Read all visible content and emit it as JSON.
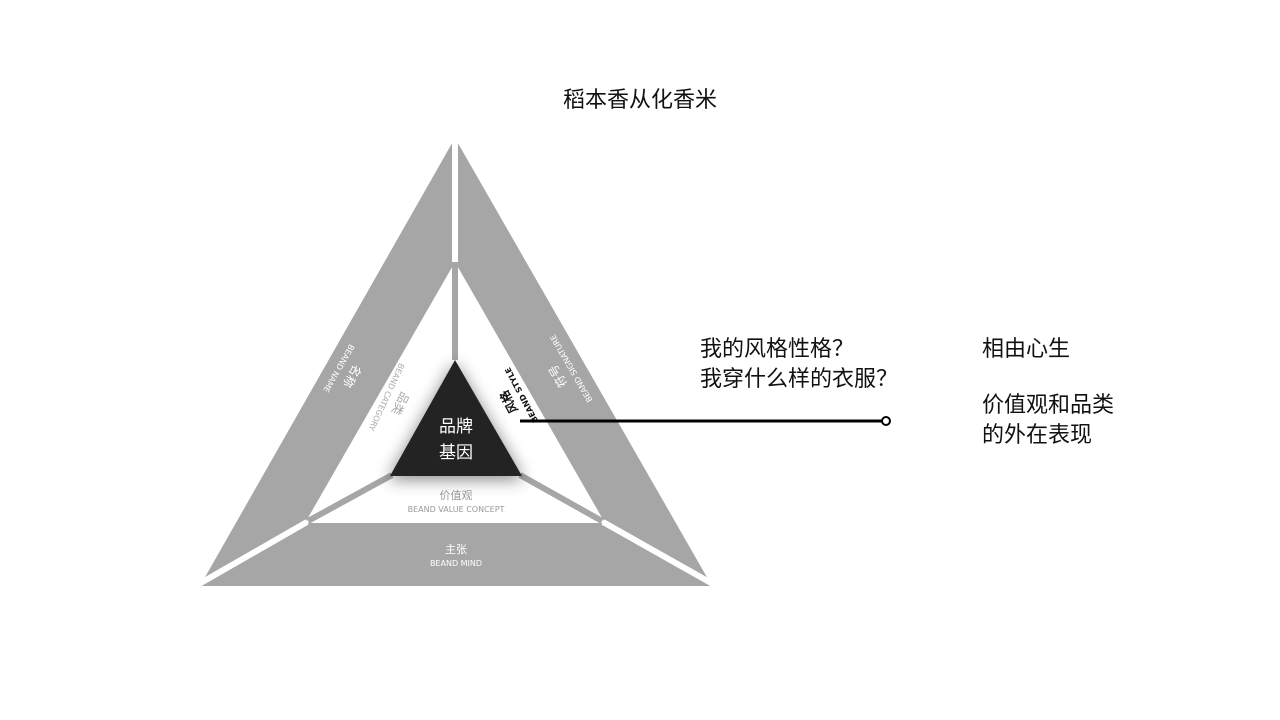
{
  "title": "稻本香从化香米",
  "diagram": {
    "core": [
      "品牌",
      "基因"
    ],
    "name": {
      "cn": "名称",
      "en": "BEAND NAME"
    },
    "signature": {
      "cn": "符号",
      "en": "BEAND SIGNATURE"
    },
    "category": {
      "cn": "品类",
      "en": "BEAND CATEGORY"
    },
    "style": {
      "cn": "风格",
      "en": "BEAND STYLE"
    },
    "value": {
      "cn": "价值观",
      "en": "BEAND VALUE CONCEPT"
    },
    "mind": {
      "cn": "主张",
      "en": "BEAND MIND"
    },
    "colors": {
      "band": "#a7a6a7",
      "core": "#232323"
    }
  },
  "callout": {
    "lines": [
      "我的风格性格？",
      "我穿什么样的衣服？"
    ]
  },
  "note": {
    "line1": "相由心生",
    "line2": "价值观和品类",
    "line3": "的外在表现"
  }
}
